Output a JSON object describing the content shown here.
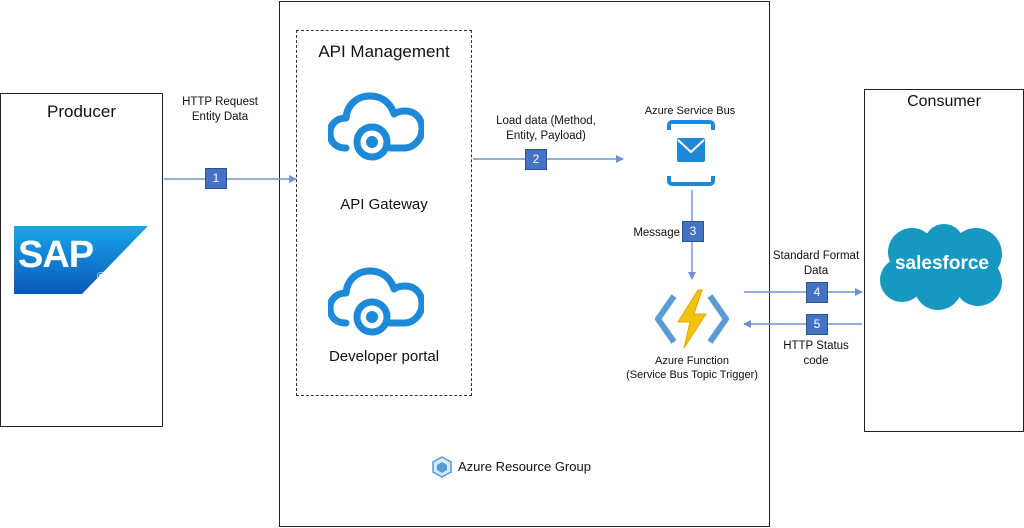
{
  "producer": {
    "title": "Producer",
    "logo_text": "SAP",
    "registered": "®"
  },
  "consumer": {
    "title": "Consumer",
    "logo_text": "salesforce"
  },
  "api_management": {
    "title": "API Management",
    "gateway_label": "API Gateway",
    "portal_label": "Developer portal"
  },
  "resource_group": {
    "label": "Azure Resource Group"
  },
  "service_bus": {
    "label": "Azure Service Bus"
  },
  "azure_function": {
    "label_line1": "Azure Function",
    "label_line2": "(Service Bus Topic Trigger)"
  },
  "flows": [
    {
      "step": "1",
      "label_line1": "HTTP Request",
      "label_line2": "Entity Data"
    },
    {
      "step": "2",
      "label_line1": "Load data (Method,",
      "label_line2": "Entity, Payload)"
    },
    {
      "step": "3",
      "label_line1": "Message",
      "label_line2": ""
    },
    {
      "step": "4",
      "label_line1": "Standard Format",
      "label_line2": "Data"
    },
    {
      "step": "5",
      "label_line1": "HTTP Status",
      "label_line2": "code"
    }
  ],
  "colors": {
    "arrow": "#6f93cf",
    "badge": "#4472c4",
    "azure_blue": "#1e88d9",
    "sap_blue": "#0a6ed1",
    "salesforce_blue": "#1798c1",
    "lightning": "#f4c20d"
  }
}
